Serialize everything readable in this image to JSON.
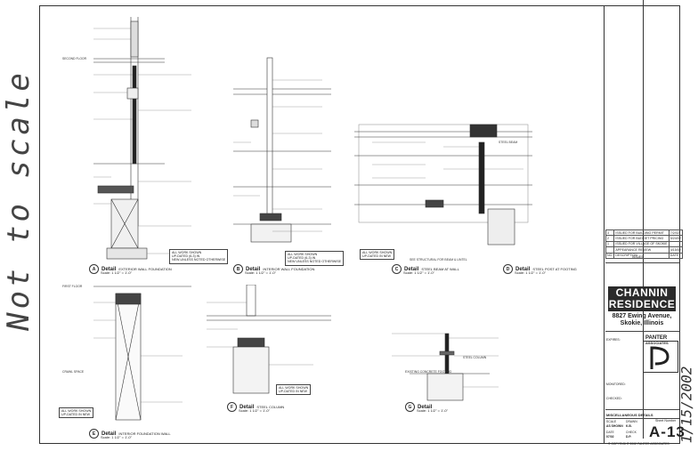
{
  "side_note": "Not to scale",
  "details": [
    {
      "letter": "A",
      "title": "Detail",
      "subtitle": "EXTERIOR WALL FOUNDATION",
      "scale": "Scale: 1 1/2\" = 1'-0\""
    },
    {
      "letter": "B",
      "title": "Detail",
      "subtitle": "INTERIOR WALL FOUNDATION",
      "scale": "Scale: 1 1/2\" = 1'-0\""
    },
    {
      "letter": "C",
      "title": "Detail",
      "subtitle": "STEEL BEAM AT WALL",
      "scale": "Scale: 1 1/2\" = 1'-0\""
    },
    {
      "letter": "D",
      "title": "Detail",
      "subtitle": "STEEL POST AT FOOTING",
      "scale": "Scale: 1 1/2\" = 1'-0\""
    },
    {
      "letter": "E",
      "title": "Detail",
      "subtitle": "INTERIOR FOUNDATION WALL",
      "scale": "Scale: 1 1/2\" = 1'-0\""
    },
    {
      "letter": "F",
      "title": "Detail",
      "subtitle": "STEEL COLUMN",
      "scale": "Scale: 1 1/2\" = 1'-0\""
    },
    {
      "letter": "G",
      "title": "Detail",
      "subtitle": "",
      "scale": "Scale: 1 1/2\" = 1'-0\""
    }
  ],
  "notes": {
    "dims_a": "ALL WORK SHOWN\nUP-DATED (6-3) IN\nNEW-UNLESS NOTED OTHERWISE",
    "dims_b": "ALL WORK SHOWN\nUP-DATED (6-3) IN\nNEW UNLESS NOTED OTHERWISE",
    "dims_c": "ALL WORK SHOWN\nUP-DATED IN NEW",
    "dims_e": "ALL WORK SHOWN\nUP-DATED IN NEW",
    "dims_f": "ALL WORK SHOWN\nUP-DATED IN NEW",
    "first_floor": "FIRST FLOOR",
    "second_floor": "SECOND FLOOR",
    "crawl_space": "CRAWL SPACE",
    "existing_footing": "EXISTING CONCRETE FOOTING",
    "steel_column": "STEEL COLUMN",
    "steel_beam": "STEEL BEAM",
    "see_structural": "SEE STRUCTURAL FOR BEAM & LINTEL"
  },
  "revisions": [
    {
      "num": "3",
      "desc": "ISSUED FOR BUILDING PERMIT",
      "date": "7/2/02"
    },
    {
      "num": "2",
      "desc": "ISSUED FOR BUDGET PRICING",
      "date": "5/24/02"
    },
    {
      "num": "1",
      "desc": "ISSUED FOR VILLAGE OF SKOKIE",
      "date": ""
    },
    {
      "num": "",
      "desc": "APPEARANCE REVIEW",
      "date": "4/15/02"
    },
    {
      "num": "NO.",
      "desc": "DESCRIPTION",
      "date": "DATE"
    }
  ],
  "issues_label": "ISSUES",
  "project": {
    "name_line1": "CHANNIN",
    "name_line2": "RESIDENCE",
    "address_line1": "8827 Ewing Avenue,",
    "address_line2": "Skokie, Illinois"
  },
  "title_block": {
    "expires_label": "EXPIRES:",
    "firm_line1": "PANTER",
    "firm_line2": "ASSOCIATES",
    "monitored_label": "MONITORED:",
    "checked_label": "CHECKED:",
    "sheet_title": "MISCELLANEOUS DETAILS",
    "sheet_number_label": "Sheet Number",
    "sheet_number": "A-13",
    "scale_label": "SCALE",
    "scale_value": "AS SHOWN",
    "drawn_label": "DRAWN",
    "drawn_value": "K.B.",
    "date_label": "DATE",
    "date_value": "07/02",
    "check_label": "CHECK",
    "check_value": "D.P.",
    "footer": "© COPYRIGHT 2002  PANTER ASSOCIATES"
  },
  "signature_date": "1/15/2002"
}
